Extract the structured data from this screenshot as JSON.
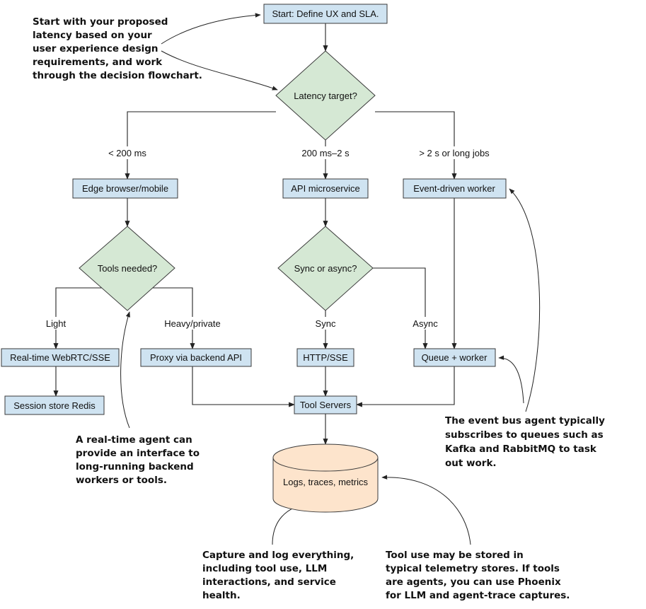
{
  "nodes": {
    "start": "Start: Define UX and SLA.",
    "latency": "Latency target?",
    "edge_browser": "Edge browser/mobile",
    "api_microservice": "API microservice",
    "event_worker": "Event-driven worker",
    "tools_needed": "Tools needed?",
    "sync_async": "Sync or async?",
    "realtime": "Real-time WebRTC/SSE",
    "proxy": "Proxy via backend API",
    "http_sse": "HTTP/SSE",
    "queue_worker": "Queue + worker",
    "session_store": "Session store Redis",
    "tool_servers": "Tool Servers",
    "logs": "Logs, traces, metrics"
  },
  "edge_labels": {
    "lt200": "< 200 ms",
    "mid": "200 ms–2 s",
    "gt2": "> 2 s or long jobs",
    "light": "Light",
    "heavy": "Heavy/private",
    "sync": "Sync",
    "async": "Async"
  },
  "annotations": {
    "start_note": [
      "Start with your proposed",
      "latency based on your",
      "user experience design",
      "requirements, and work",
      "through the decision flowchart."
    ],
    "realtime_note": [
      "A real-time agent can",
      "provide an interface to",
      "long-running backend",
      "workers or tools."
    ],
    "event_bus_note": [
      "The event bus agent typically",
      "subscribes to queues such as",
      "Kafka and RabbitMQ to task",
      "out work."
    ],
    "capture_note": [
      "Capture and log everything,",
      "including tool use, LLM",
      "interactions, and service",
      "health."
    ],
    "tool_use_note": [
      "Tool use may be stored in",
      "typical telemetry stores. If tools",
      "are agents, you can use Phoenix",
      "for LLM and agent-trace captures."
    ]
  }
}
